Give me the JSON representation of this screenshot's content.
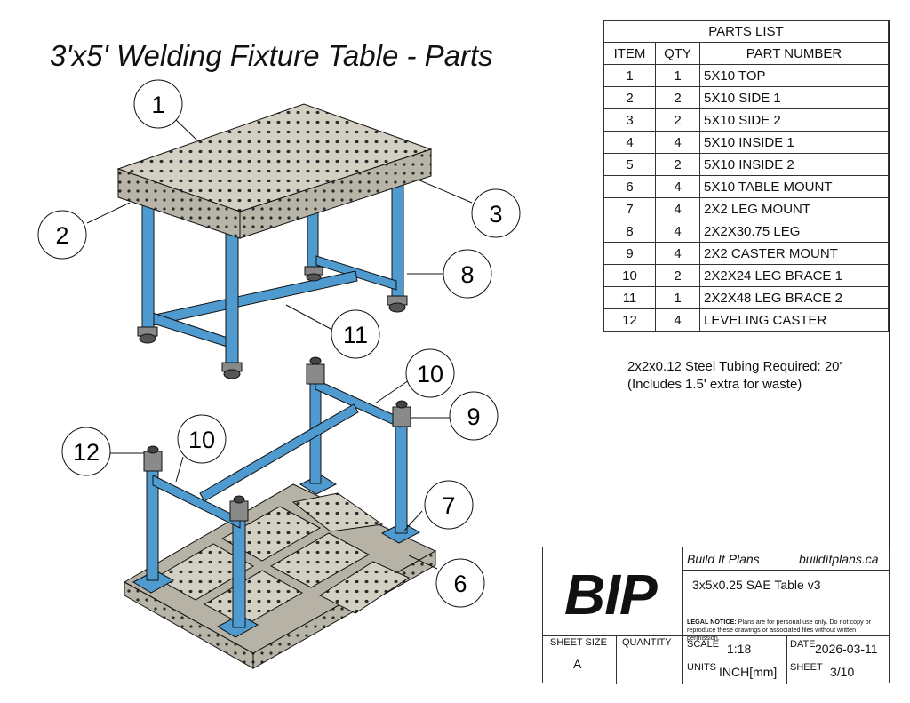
{
  "title": "3'x5' Welding Fixture Table - Parts",
  "callouts": [
    "1",
    "2",
    "3",
    "8",
    "11",
    "10",
    "9",
    "12",
    "10",
    "7",
    "6"
  ],
  "parts_list": {
    "caption": "PARTS LIST",
    "headers": [
      "ITEM",
      "QTY",
      "PART NUMBER"
    ],
    "rows": [
      [
        "1",
        "1",
        "5X10 TOP"
      ],
      [
        "2",
        "2",
        "5X10 SIDE 1"
      ],
      [
        "3",
        "2",
        "5X10 SIDE 2"
      ],
      [
        "4",
        "4",
        "5X10 INSIDE 1"
      ],
      [
        "5",
        "2",
        "5X10 INSIDE 2"
      ],
      [
        "6",
        "4",
        "5X10 TABLE MOUNT"
      ],
      [
        "7",
        "4",
        "2X2 LEG MOUNT"
      ],
      [
        "8",
        "4",
        "2X2X30.75 LEG"
      ],
      [
        "9",
        "4",
        "2X2 CASTER MOUNT"
      ],
      [
        "10",
        "2",
        "2X2X24 LEG BRACE 1"
      ],
      [
        "11",
        "1",
        "2X2X48 LEG BRACE 2"
      ],
      [
        "12",
        "4",
        "LEVELING CASTER"
      ]
    ]
  },
  "notes": [
    "2x2x0.12 Steel Tubing Required: 20'",
    "(Includes 1.5' extra for waste)"
  ],
  "title_block": {
    "logo": "BIP",
    "company": "Build It Plans",
    "website": "buildítplans.ca",
    "drawing_title": "3x5x0.25 SAE Table v3",
    "legal_label": "LEGAL NOTICE:",
    "legal_text": "Plans are for personal use only. Do not copy or reproduce these drawings or associated files without written permission.",
    "sheet_size_label": "SHEET SIZE",
    "sheet_size": "A",
    "quantity_label": "QUANTITY",
    "scale_label": "SCALE",
    "scale": "1:18",
    "date_label": "DATE",
    "date": "2026-03-11",
    "units_label": "UNITS",
    "units": "INCH[mm]",
    "sheet_label": "SHEET",
    "sheet": "3/10"
  },
  "colors": {
    "steel_blue": "#4f9bd0",
    "plate_grey": "#c9c4b8",
    "line": "#111111"
  }
}
